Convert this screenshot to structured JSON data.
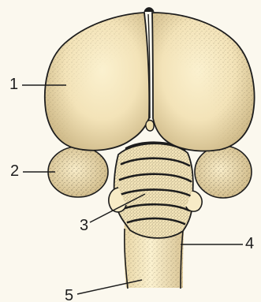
{
  "labels": {
    "l1": "1",
    "l2": "2",
    "l3": "3",
    "l4": "4",
    "l5": "5"
  },
  "colors": {
    "background": "#fbf8ee",
    "fill": "#fbf1cf",
    "ink": "#1d1d1d"
  }
}
